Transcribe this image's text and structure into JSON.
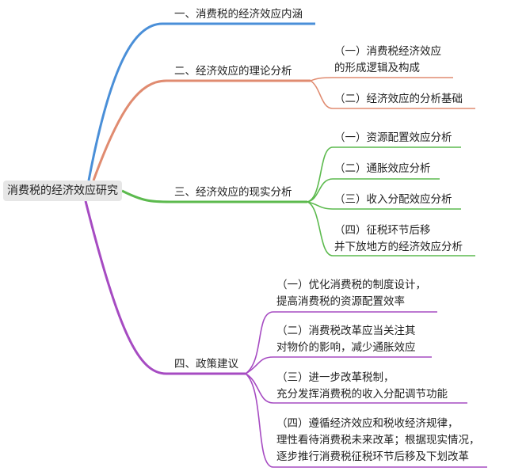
{
  "root": "消费税的经济效应研究",
  "colors": {
    "b1": "#4a8fd8",
    "b2": "#e08b70",
    "b3": "#5cba4e",
    "b4": "#a64bc2"
  },
  "b1": {
    "title": "一、消费税的经济效应内涵"
  },
  "b2": {
    "title": "二、经济效应的理论分析",
    "c1": {
      "l1": "（一）消费税经济效应",
      "l2": "的形成逻辑及构成"
    },
    "c2": {
      "l1": "（二）经济效应的分析基础"
    }
  },
  "b3": {
    "title": "三、经济效应的现实分析",
    "c1": {
      "l1": "（一）资源配置效应分析"
    },
    "c2": {
      "l1": "（二）通胀效应分析"
    },
    "c3": {
      "l1": "（三）收入分配效应分析"
    },
    "c4": {
      "l1": "（四）征税环节后移",
      "l2": "并下放地方的经济效应分析"
    }
  },
  "b4": {
    "title": "四、政策建议",
    "c1": {
      "l1": "（一）优化消费税的制度设计，",
      "l2": "提高消费税的资源配置效率"
    },
    "c2": {
      "l1": "（二）消费税改革应当关注其",
      "l2": "对物价的影响，减少通胀效应"
    },
    "c3": {
      "l1": "（三）进一步改革税制，",
      "l2": "充分发挥消费税的收入分配调节功能"
    },
    "c4": {
      "l1": "（四）遵循经济效应和税收经济规律，",
      "l2": "理性看待消费税未来改革；根据现实情况，",
      "l3": "逐步推行消费税征税环节后移及下划改革"
    }
  }
}
